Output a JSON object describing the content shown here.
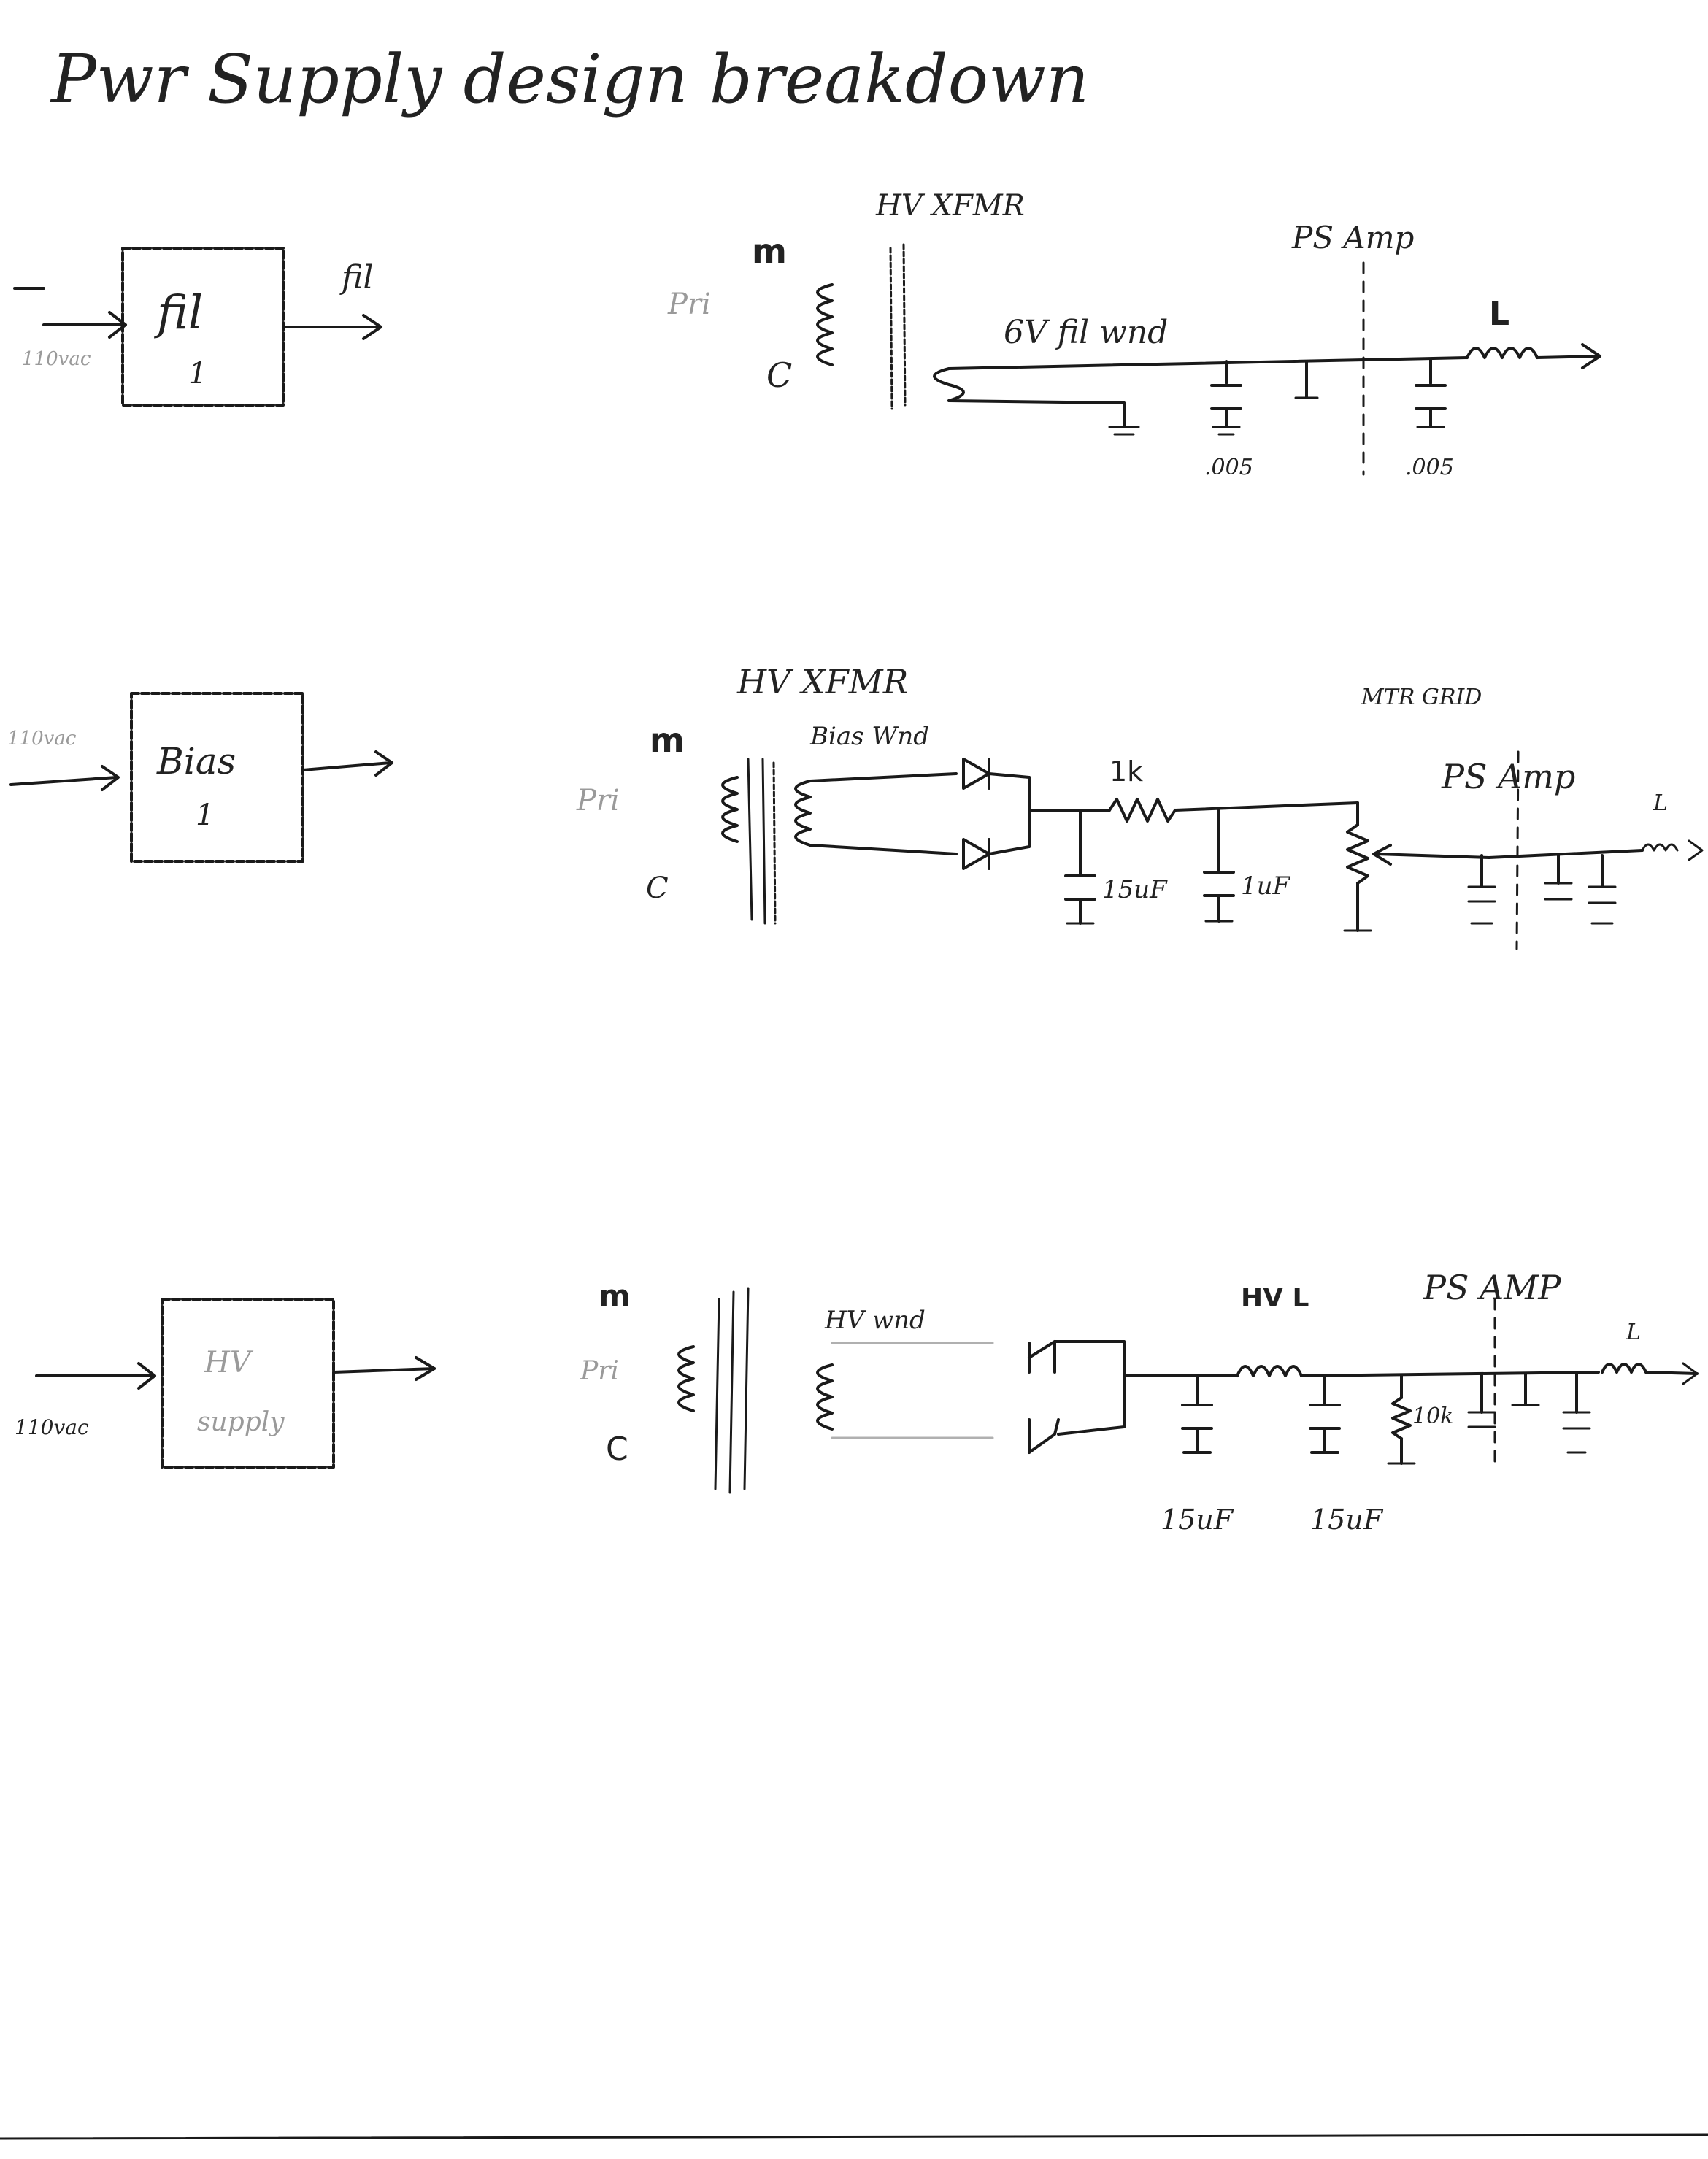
{
  "title": "Pwr Supply design breakdown",
  "sections": [
    {
      "block_label": "fil",
      "block_sub": "1",
      "out_label": "fil",
      "in_label": "110vac",
      "circuit": {
        "xfmr_label": "HV XFMR",
        "primary_mark": "m",
        "primary_label": "Pri",
        "primary_c": "C",
        "winding_label": "6V fil wnd",
        "cap1_value": ".005",
        "cap2_value": ".005",
        "inductor_label": "L",
        "divider_label": "PS  Amp"
      }
    },
    {
      "block_label": "Bias",
      "block_sub": "1",
      "in_label": "110vac",
      "circuit": {
        "xfmr_label": "HV XFMR",
        "primary_mark": "m",
        "primary_label": "Pri",
        "primary_c": "C",
        "winding_label": "Bias Wnd",
        "resistor_label": "1k",
        "cap1_value": "15uF",
        "cap2_value": "1uF",
        "grid_label": "MTR GRID",
        "divider_label": "PS  Amp",
        "inductor_label": "L"
      }
    },
    {
      "block_label": "HV",
      "block_sub": "supply",
      "in_label": "110vac",
      "circuit": {
        "primary_mark": "m",
        "primary_label": "Pri",
        "primary_c": "C",
        "winding_label": "HV wnd",
        "inductor_label": "HV L",
        "cap1_value": "15uF",
        "cap2_value": "15uF",
        "resistor_label": "10k",
        "divider_label": "PS  AMP",
        "inductor2_label": "L"
      }
    }
  ]
}
